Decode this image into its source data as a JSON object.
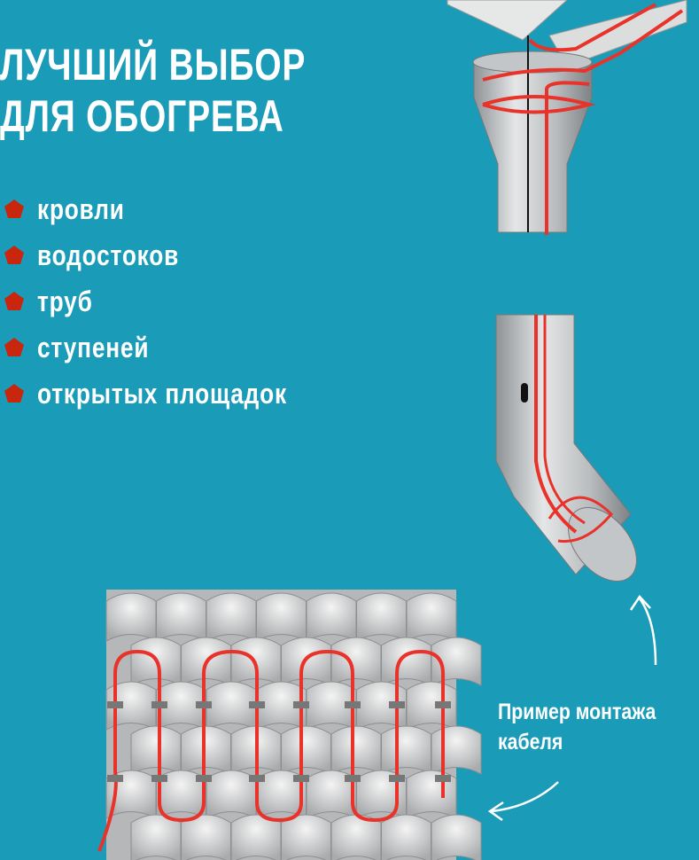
{
  "headline": {
    "line1": "ЛУЧШИЙ ВЫБОР",
    "line2": "ДЛЯ ОБОГРЕВА"
  },
  "uses": [
    {
      "label": "кровли"
    },
    {
      "label": "водостоков"
    },
    {
      "label": "труб"
    },
    {
      "label": "ступеней"
    },
    {
      "label": "открытых площадок"
    }
  ],
  "caption": {
    "line1": "Пример монтажа",
    "line2": "кабеля"
  },
  "colors": {
    "background": "#1a9cb9",
    "bullet": "#c8260e",
    "cable": "#e8322a",
    "metal": "#c9cbcd"
  },
  "icons": {
    "bullet": "pentagon-icon",
    "arrow": "curved-arrow-icon"
  }
}
